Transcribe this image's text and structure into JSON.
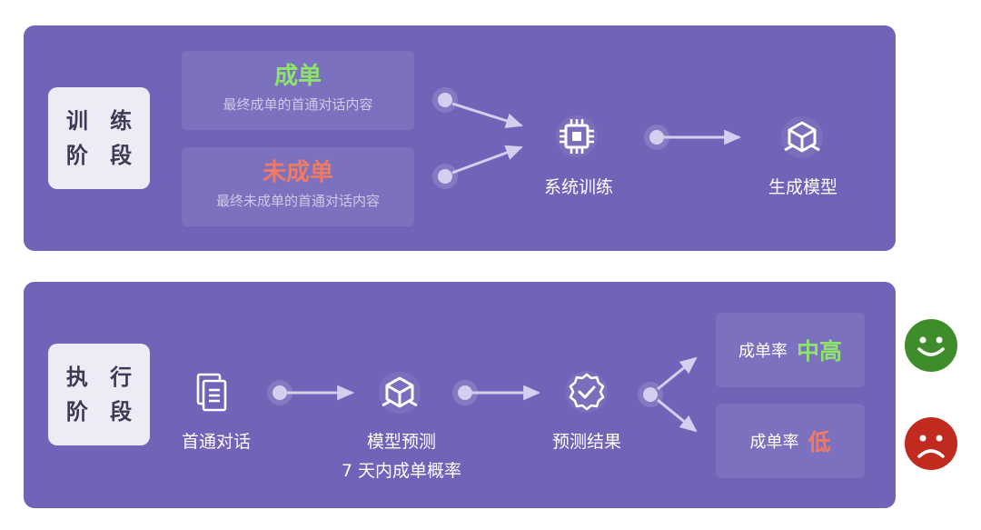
{
  "training": {
    "stage_line1": "训 练",
    "stage_line2": "阶 段",
    "success_title": "成单",
    "success_desc": "最终成单的首通对话内容",
    "fail_title": "未成单",
    "fail_desc": "最终未成单的首通对话内容",
    "system_training": "系统训练",
    "generate_model": "生成模型"
  },
  "execution": {
    "stage_line1": "执 行",
    "stage_line2": "阶 段",
    "first_call": "首通对话",
    "model_predict": "模型预测",
    "predict_desc": "7 天内成单概率",
    "predict_result": "预测结果",
    "rate_high_label": "成单率",
    "rate_high_value": "中高",
    "rate_low_label": "成单率",
    "rate_low_value": "低"
  },
  "colors": {
    "panel": "#7063b8",
    "success_green": "#8ee36b",
    "fail_red": "#f07a63",
    "happy_face": "#3f8c2a",
    "sad_face": "#c12a1e"
  },
  "icons": {
    "chip": "chip-icon",
    "cube": "cube-icon",
    "document": "document-icon",
    "badge_check": "verified-badge-icon",
    "happy": "happy-face-icon",
    "sad": "sad-face-icon"
  }
}
